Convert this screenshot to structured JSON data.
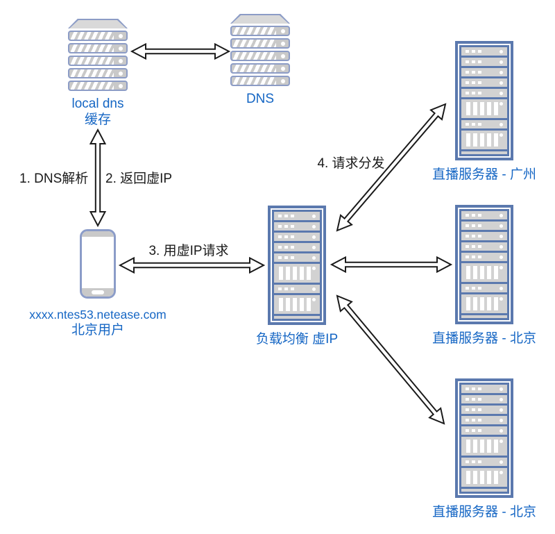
{
  "nodes": {
    "local_dns": {
      "line1": "local dns",
      "line2": "缓存"
    },
    "dns": {
      "label": "DNS"
    },
    "client": {
      "line1": "xxxx.ntes53.netease.com",
      "line2": "北京用户"
    },
    "load_balancer": {
      "label": "负载均衡 虚IP"
    },
    "server_guangzhou": {
      "label": "直播服务器 - 广州"
    },
    "server_beijing_1": {
      "label": "直播服务器 - 北京"
    },
    "server_beijing_2": {
      "label": "直播服务器 - 北京"
    }
  },
  "steps": {
    "step1": "1. DNS解析",
    "step2": "2. 返回虚IP",
    "step3": "3. 用虚IP请求",
    "step4": "4. 请求分发"
  },
  "colors": {
    "label_blue": "#1566c4",
    "rack_blue": "#5b79ae",
    "stack_border": "#8c9cc6",
    "unit_grey": "#d2d2d2",
    "arrow_outline": "#1a1a1a"
  }
}
